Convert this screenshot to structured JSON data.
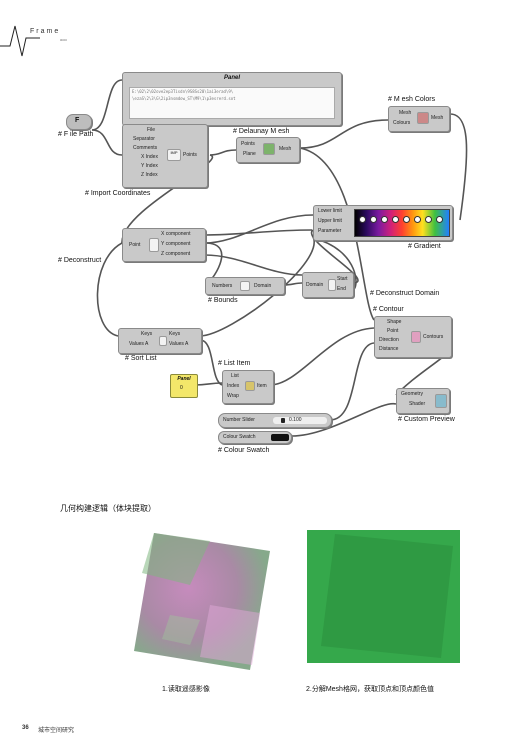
{
  "header": {
    "word": "Frame",
    "sub": "ooo"
  },
  "diagram": {
    "panel": {
      "title": "Panel",
      "lines": [
        "E:\\02\\2\\02ove2ep3Tisdn\\9S8Ss20\\1ai3erad\\9\\",
        "\\ezaS\\2\\3\\G\\2ip3nsmdow_ST\\M9\\1\\p3esrerd.sot"
      ]
    },
    "labels": {
      "file_path": "# F ile Path",
      "import_coordinates": "# Import Coordinates",
      "delaunay_mesh": "# Delaunay M esh",
      "mesh_colors": "# M esh Colors",
      "gradient": "# Gradient",
      "deconstruct": "# Deconstruct",
      "bounds": "# Bounds",
      "deconstruct_domain": "# Deconstruct Domain",
      "contour": "# Contour",
      "sort_list": "# Sort List",
      "list_item": "# List Item",
      "custom_preview": "# Custom Preview",
      "colour_swatch": "# Colour Swatch"
    },
    "components": {
      "file_path_glyph": "F",
      "import": {
        "in": [
          "File",
          "Separator",
          "Comments",
          "X Index",
          "Y Index",
          "Z Index"
        ],
        "center": "IMP",
        "out": "Points"
      },
      "delaunay": {
        "in": [
          "Points",
          "Plane"
        ],
        "out": "Mesh"
      },
      "mesh_colors": {
        "in": [
          "Mesh",
          "Colours"
        ],
        "out": "Mesh"
      },
      "gradient": {
        "in": [
          "Lower limit",
          "Upper limit",
          "Parameter"
        ]
      },
      "deconstruct": {
        "in": "Point",
        "out": [
          "X component",
          "Y component",
          "Z component"
        ]
      },
      "bounds": {
        "in": "Numbers",
        "out": "Domain"
      },
      "deconstruct_domain": {
        "in": "Domain",
        "out": [
          "Start",
          "End"
        ]
      },
      "contour": {
        "in": [
          "Shape",
          "Point",
          "Direction",
          "Distance"
        ],
        "out": "Contours"
      },
      "sort_list": {
        "in": [
          "Keys",
          "Values A"
        ],
        "out": [
          "Keys",
          "Values A"
        ]
      },
      "list_item": {
        "in": [
          "List",
          "Index",
          "Wrap"
        ],
        "out": "Item"
      },
      "small_panel": {
        "title": "Panel",
        "value": "0"
      },
      "custom_preview": {
        "in": [
          "Geometry",
          "Shader"
        ]
      },
      "number_slider": {
        "label": "Number Slider",
        "value": "0.100"
      },
      "colour_swatch": {
        "label": "Colour Swatch"
      }
    }
  },
  "section_title": "几何构建逻辑（体块提取）",
  "captions": {
    "left": "1.读取遥感影像",
    "right": "2.分解Mesh格网，获取顶点和顶点颜色值"
  },
  "footer": {
    "page": "36",
    "text": "城市空间研究"
  },
  "colors": {
    "node_fill": "#c9c9c9",
    "wire": "#555555",
    "green_field": "#33a84a",
    "panel_yellow": "#f3e76a"
  }
}
